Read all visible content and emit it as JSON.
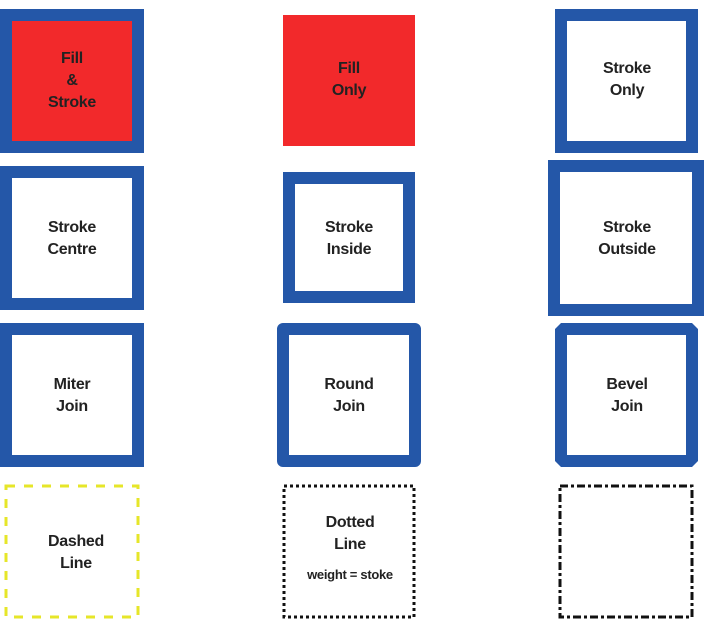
{
  "colors": {
    "stroke_blue": "#2457a8",
    "fill_red": "#f2292b",
    "dash_yellow": "#e6e629",
    "line_black": "#111111"
  },
  "boxes": [
    {
      "lines": [
        "Fill",
        "&",
        "Stroke"
      ]
    },
    {
      "lines": [
        "Fill",
        "Only"
      ]
    },
    {
      "lines": [
        "Stroke",
        "Only"
      ]
    },
    {
      "lines": [
        "Stroke",
        "Centre"
      ]
    },
    {
      "lines": [
        "Stroke",
        "Inside"
      ]
    },
    {
      "lines": [
        "Stroke",
        "Outside"
      ]
    },
    {
      "lines": [
        "Miter",
        "Join"
      ]
    },
    {
      "lines": [
        "Round",
        "Join"
      ]
    },
    {
      "lines": [
        "Bevel",
        "Join"
      ]
    },
    {
      "lines": [
        "Dashed",
        "Line"
      ]
    },
    {
      "lines": [
        "Dotted",
        "Line"
      ],
      "note": "weight = stoke"
    },
    {
      "lines": []
    }
  ]
}
